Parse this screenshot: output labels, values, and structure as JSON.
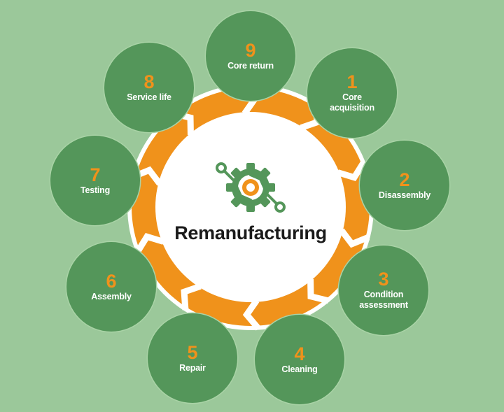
{
  "diagram": {
    "title": "Remanufacturing",
    "center_icon": "gear-circuit-icon",
    "colors": {
      "background": "#9bc89a",
      "step_fill": "#54965a",
      "step_outline": "#a9d3a6",
      "ring": "#f0921b",
      "center_fill": "#ffffff",
      "number": "#f0921b",
      "label": "#ffffff",
      "title": "#1a1a1a"
    },
    "steps": [
      {
        "number": "1",
        "label_line1": "Core",
        "label_line2": "acquisition"
      },
      {
        "number": "2",
        "label_line1": "Disassembly",
        "label_line2": ""
      },
      {
        "number": "3",
        "label_line1": "Condition",
        "label_line2": "assessment"
      },
      {
        "number": "4",
        "label_line1": "Cleaning",
        "label_line2": ""
      },
      {
        "number": "5",
        "label_line1": "Repair",
        "label_line2": ""
      },
      {
        "number": "6",
        "label_line1": "Assembly",
        "label_line2": ""
      },
      {
        "number": "7",
        "label_line1": "Testing",
        "label_line2": ""
      },
      {
        "number": "8",
        "label_line1": "Service life",
        "label_line2": ""
      },
      {
        "number": "9",
        "label_line1": "Core return",
        "label_line2": ""
      }
    ]
  }
}
